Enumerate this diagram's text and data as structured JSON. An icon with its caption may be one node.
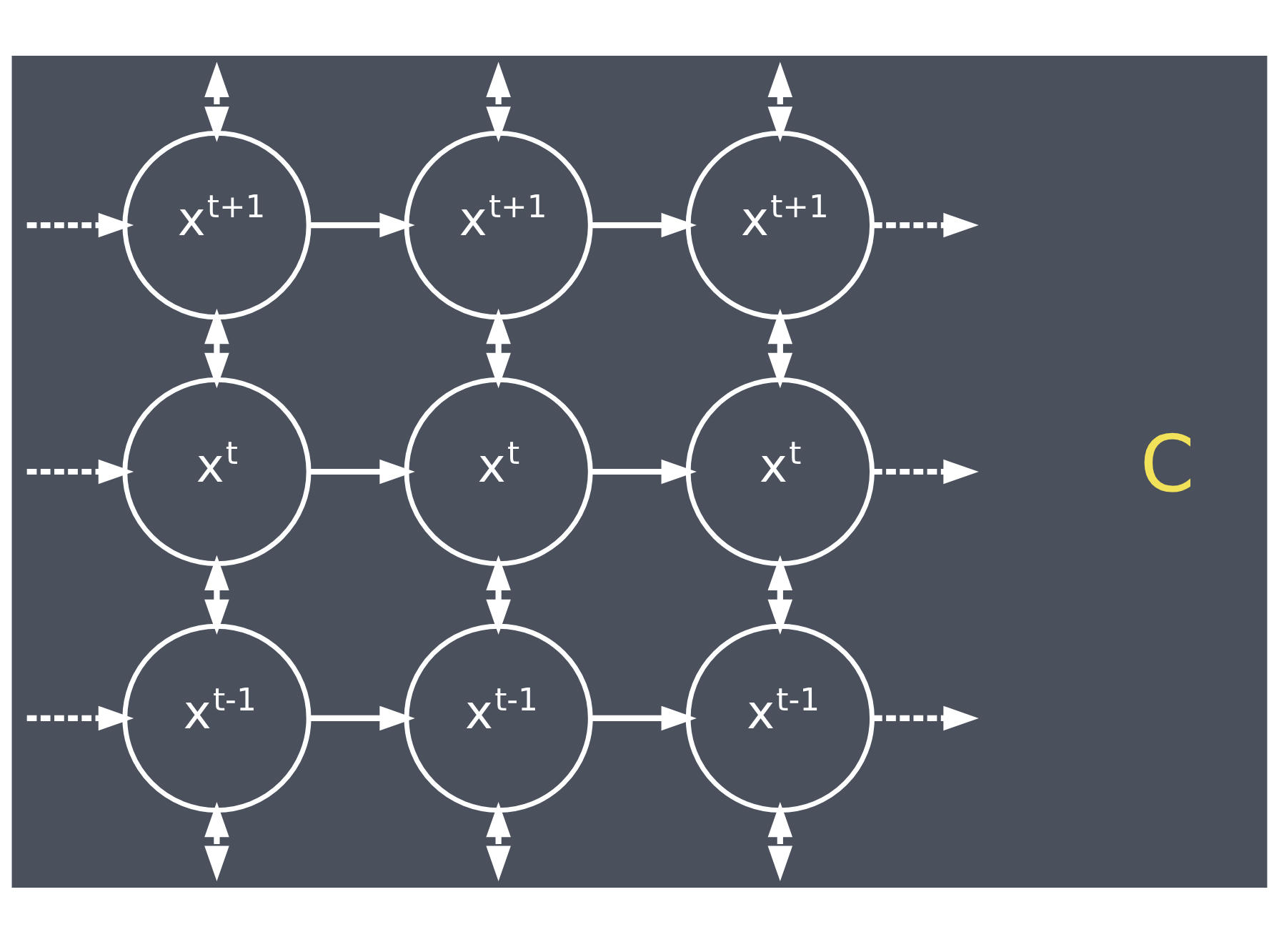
{
  "diagram": {
    "nodes": [
      {
        "text": [
          "x$^{t+1}$"
        ]
      },
      {
        "text": [
          "x$^{t+1}$"
        ]
      },
      {
        "text": [
          "x$^{t+1}$"
        ]
      },
      {
        "text": [
          "x$^{t}$"
        ]
      },
      {
        "text": [
          "x$^{t}$"
        ]
      },
      {
        "text": [
          "x$^{t}$"
        ]
      },
      {
        "text": [
          "x$^{t-1}$"
        ]
      },
      {
        "text": [
          "x$^{t-1}$"
        ]
      },
      {
        "text": [
          "x$^{t-1}$"
        ]
      }
    ],
    "edges": [
      {
        "from": null,
        "to": 0,
        "arrow": "to",
        "style": "dashed"
      },
      {
        "from": 0,
        "to": 1,
        "arrow": "to"
      },
      {
        "from": 1,
        "to": 2,
        "arrow": "to"
      },
      {
        "from": 2,
        "to": null,
        "arrow": "to",
        "style": "dashed"
      },
      {
        "from": null,
        "to": 0,
        "arrow": "both",
        "style": "dashed"
      },
      {
        "from": null,
        "to": 1,
        "arrow": "both",
        "style": "dashed"
      },
      {
        "from": null,
        "to": 2,
        "arrow": "both",
        "style": "dashed"
      },
      {
        "from": 0,
        "to": 3,
        "arrow": "both"
      },
      {
        "from": 1,
        "to": 4,
        "arrow": "both"
      },
      {
        "from": 2,
        "to": 5,
        "arrow": "both"
      },
      {
        "from": null,
        "to": 3,
        "arrow": "to",
        "style": "dashed"
      },
      {
        "from": 3,
        "to": 4,
        "arrow": "to"
      },
      {
        "from": 4,
        "to": 5,
        "arrow": "to"
      },
      {
        "from": 5,
        "to": null,
        "arrow": "to",
        "style": "dashed"
      },
      {
        "from": 3,
        "to": 6,
        "arrow": "both"
      },
      {
        "from": 4,
        "to": 7,
        "arrow": "both"
      },
      {
        "from": 5,
        "to": 8,
        "arrow": "both"
      },
      {
        "from": null,
        "to": 6,
        "arrow": "to",
        "style": "dashed"
      },
      {
        "from": 6,
        "to": 7,
        "arrow": "to"
      },
      {
        "from": 7,
        "to": 8,
        "arrow": "to"
      },
      {
        "from": 8,
        "to": null,
        "arrow": "to",
        "style": "dashed"
      },
      {
        "from": 6,
        "to": null,
        "arrow": "both",
        "style": "dashed"
      },
      {
        "from": 7,
        "to": null,
        "arrow": "both",
        "style": "dashed"
      },
      {
        "from": 8,
        "to": null,
        "arrow": "both",
        "style": "dashed"
      }
    ],
    "labels": [
      "C"
    ]
  }
}
